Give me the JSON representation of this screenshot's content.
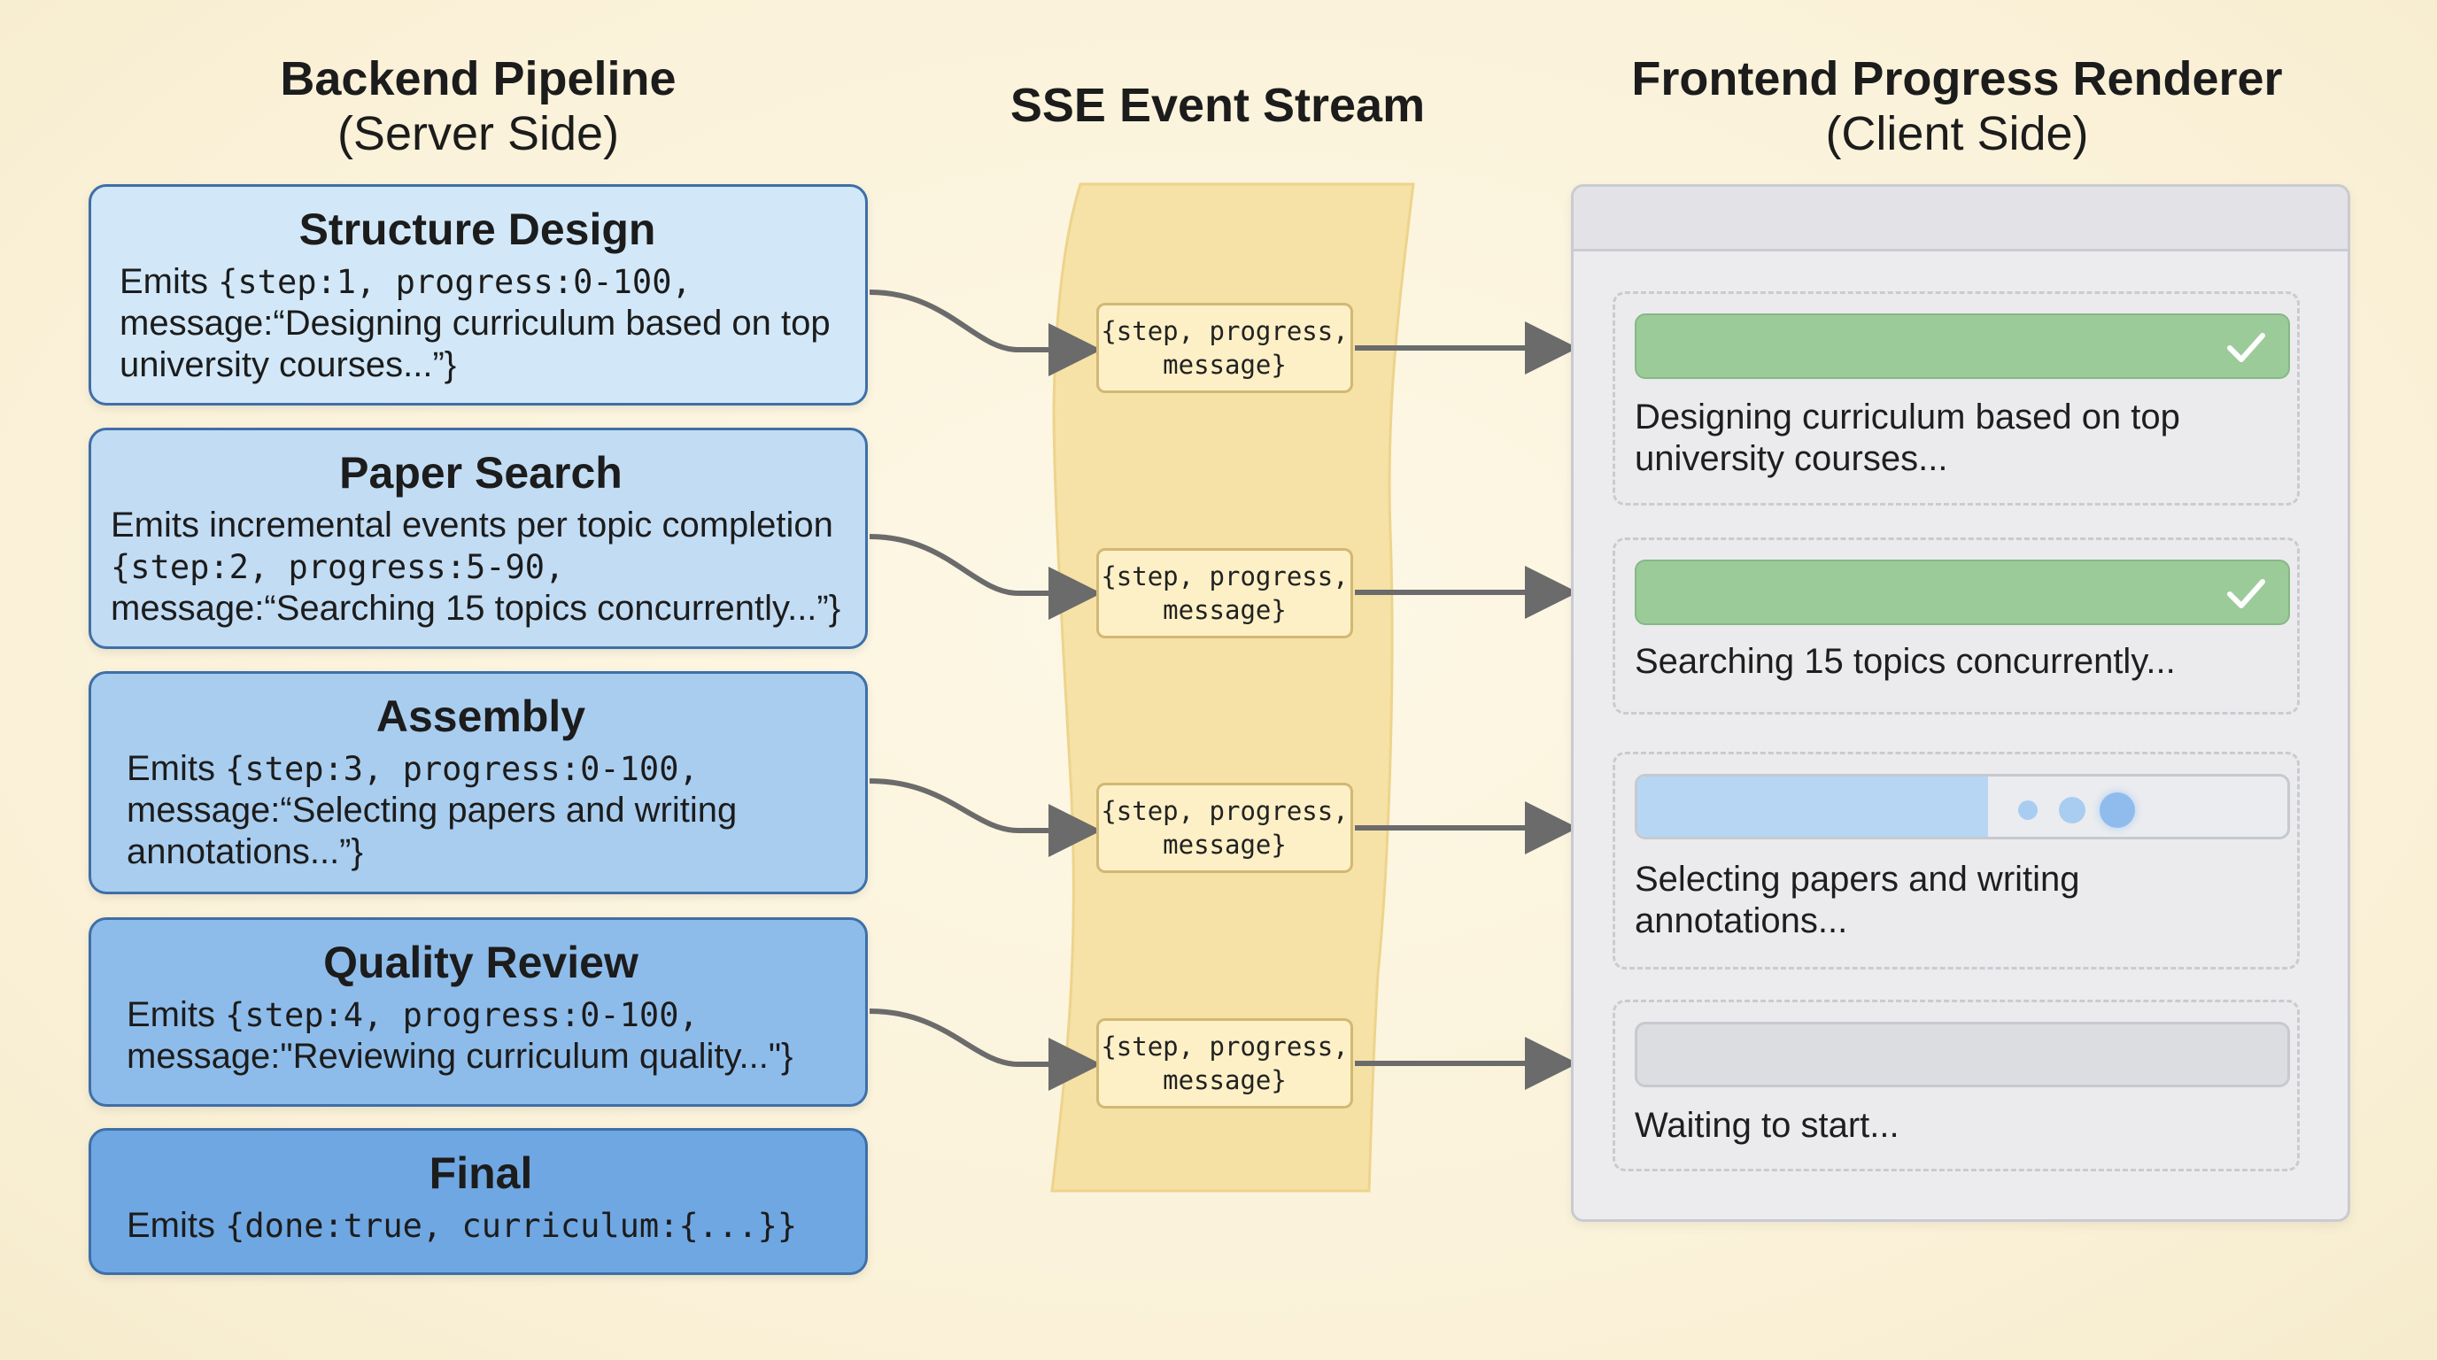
{
  "titles": {
    "backend_main": "Backend Pipeline",
    "backend_sub": "(Server Side)",
    "sse": "SSE Event Stream",
    "frontend_main": "Frontend Progress Renderer",
    "frontend_sub": "(Client Side)"
  },
  "stages": [
    {
      "name": "Structure Design",
      "emits": "Emits ",
      "code": "{step:1, progress:0-100,",
      "message": "message:“Designing curriculum based on top university courses...”}"
    },
    {
      "name": "Paper Search",
      "emits": "Emits incremental events per topic completion",
      "code": "{step:2, progress:5-90,",
      "message": "message:“Searching 15 topics concurrently...”}"
    },
    {
      "name": "Assembly",
      "emits": "Emits ",
      "code": "{step:3, progress:0-100,",
      "message": "message:“Selecting papers and writing annotations...”}"
    },
    {
      "name": "Quality Review",
      "emits": "Emits ",
      "code": "{step:4, progress:0-100,",
      "message": "message:\"Reviewing curriculum quality...\"}"
    },
    {
      "name": "Final",
      "emits": "Emits ",
      "code": "{done:true, curriculum:{...}}",
      "message": ""
    }
  ],
  "event": {
    "line1": "{step, progress,",
    "line2": "message}"
  },
  "progress_cards": [
    {
      "status": "done",
      "progress": 1.0,
      "icon": "check-icon",
      "message": "Designing curriculum based on top university courses..."
    },
    {
      "status": "done",
      "progress": 1.0,
      "icon": "check-icon",
      "message": "Searching 15 topics concurrently..."
    },
    {
      "status": "in-progress",
      "progress": 0.54,
      "icon": "loading-dots-icon",
      "message": "Selecting papers and writing annotations..."
    },
    {
      "status": "waiting",
      "progress": 0.0,
      "message": "Waiting to start..."
    }
  ],
  "colors": {
    "stage_border": "#3e6fa7",
    "stream_fill": "#f6e0a0",
    "arrow": "#6b6b6b",
    "done_bar": "#9ccb9a",
    "active_fill": "#b6d6f4"
  }
}
